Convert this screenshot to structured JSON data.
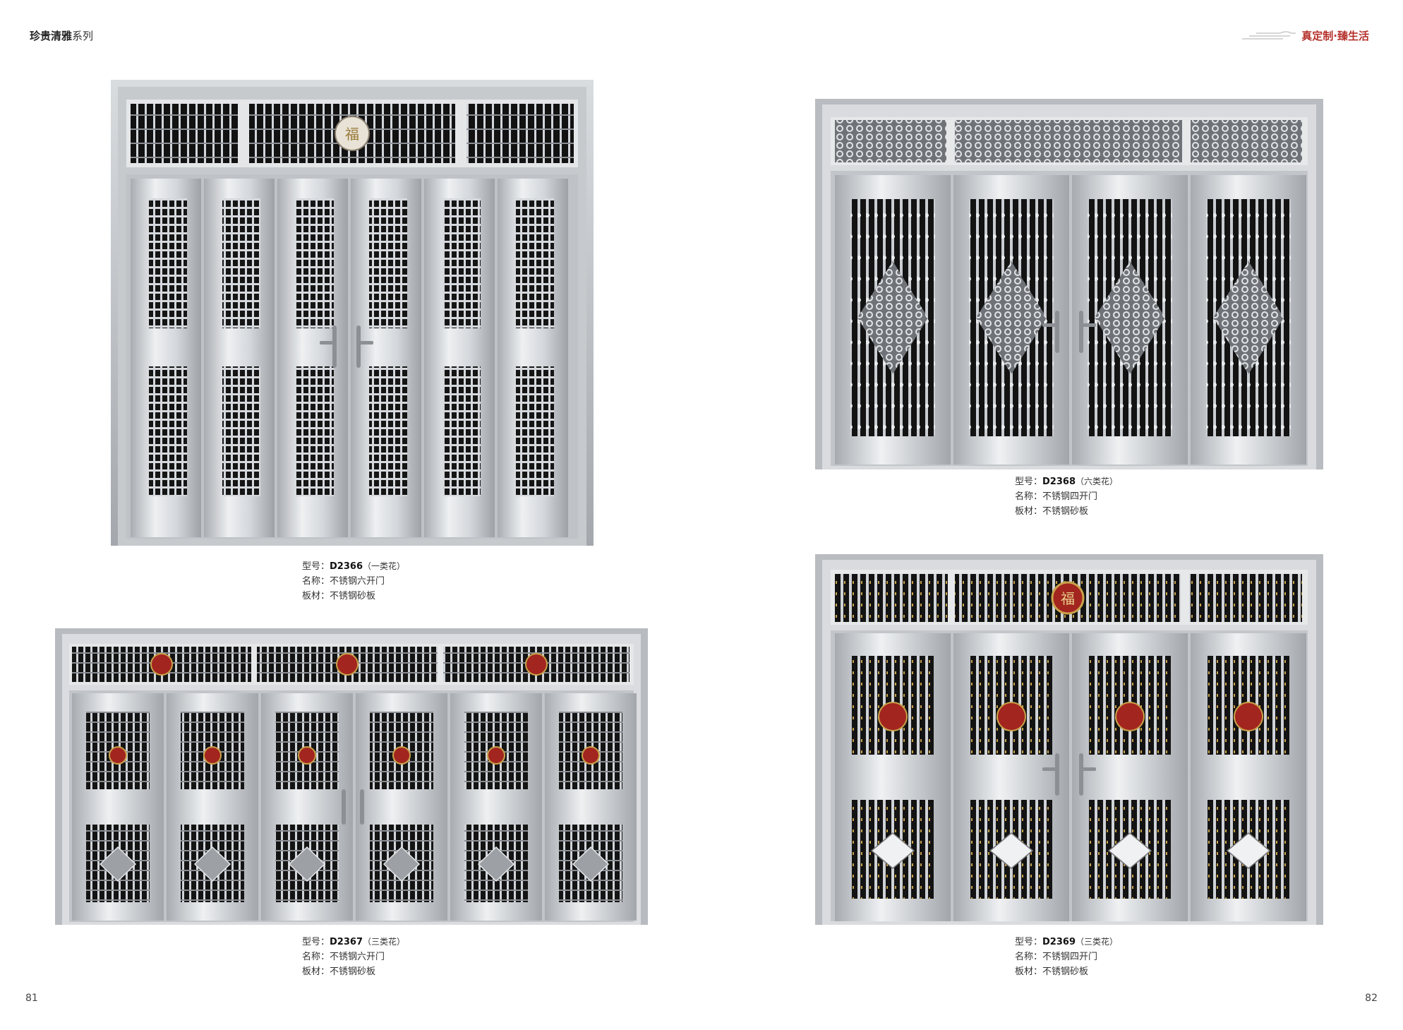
{
  "header": {
    "series_bold": "珍贵清雅",
    "series_rest": "系列",
    "brand": "真定制·臻生活"
  },
  "page_numbers": {
    "left": "81",
    "right": "82"
  },
  "products": [
    {
      "model_label": "型号：",
      "model": "D2366",
      "variant": "（一类花）",
      "name_label": "名称：",
      "name": "不锈钢六开门",
      "material_label": "板材：",
      "material": "不锈钢砂板"
    },
    {
      "model_label": "型号：",
      "model": "D2368",
      "variant": "（六类花）",
      "name_label": "名称：",
      "name": "不锈钢四开门",
      "material_label": "板材：",
      "material": "不锈钢砂板"
    },
    {
      "model_label": "型号：",
      "model": "D2367",
      "variant": "（三类花）",
      "name_label": "名称：",
      "name": "不锈钢六开门",
      "material_label": "板材：",
      "material": "不锈钢砂板"
    },
    {
      "model_label": "型号：",
      "model": "D2369",
      "variant": "（三类花）",
      "name_label": "名称：",
      "name": "不锈钢四开门",
      "material_label": "板材：",
      "material": "不锈钢砂板"
    }
  ],
  "colors": {
    "accent": "#b5302a",
    "steel_light": "#e6e7e9",
    "steel_mid": "#b9bcc0",
    "grille_dark": "#111111",
    "gold": "#c8a24a"
  }
}
